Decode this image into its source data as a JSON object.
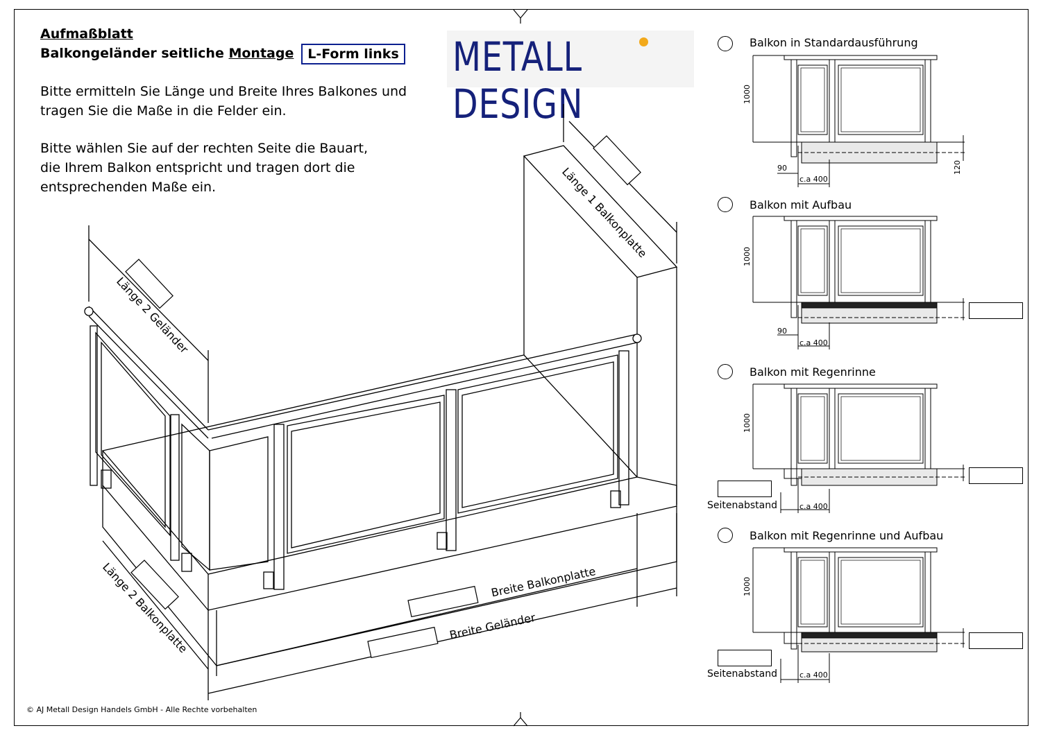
{
  "header": {
    "title": "Aufmaßblatt",
    "subtitle_part1": "Balkongeländer seitliche",
    "subtitle_part2": "Montage",
    "form_label": "L-Form links"
  },
  "intro": {
    "line1": "Bitte ermitteln Sie Länge und Breite Ihres Balkones und",
    "line2": "tragen Sie die Maße in die Felder ein.",
    "line3": "Bitte wählen Sie auf der rechten Seite die Bauart,",
    "line4": "die Ihrem Balkon entspricht und tragen dort die",
    "line5": "entsprechenden Maße ein."
  },
  "logo": {
    "text": "METALL DESIGN",
    "color": "#15217a",
    "dot_color": "#f2a91b"
  },
  "iso_labels": {
    "laenge1_balkonplatte": "Länge 1 Balkonplatte",
    "laenge2_gelaender": "Länge 2 Geländer",
    "laenge2_balkonplatte": "Länge 2 Balkonplatte",
    "breite_balkonplatte": "Breite Balkonplatte",
    "breite_gelaender": "Breite Geländer"
  },
  "options": [
    {
      "label": "Balkon in Standardausführung",
      "height": "1000",
      "d1": "90",
      "d2": "c.a 400",
      "d3": "120"
    },
    {
      "label": "Balkon mit Aufbau",
      "height": "1000",
      "d1": "90",
      "d2": "c.a 400"
    },
    {
      "label": "Balkon mit Regenrinne",
      "height": "1000",
      "side": "Seitenabstand",
      "d2": "c.a 400"
    },
    {
      "label": "Balkon mit Regenrinne und Aufbau",
      "height": "1000",
      "side": "Seitenabstand",
      "d2": "c.a 400"
    }
  ],
  "footer": {
    "copyright": "© AJ Metall Design Handels GmbH - Alle Rechte vorbehalten"
  }
}
